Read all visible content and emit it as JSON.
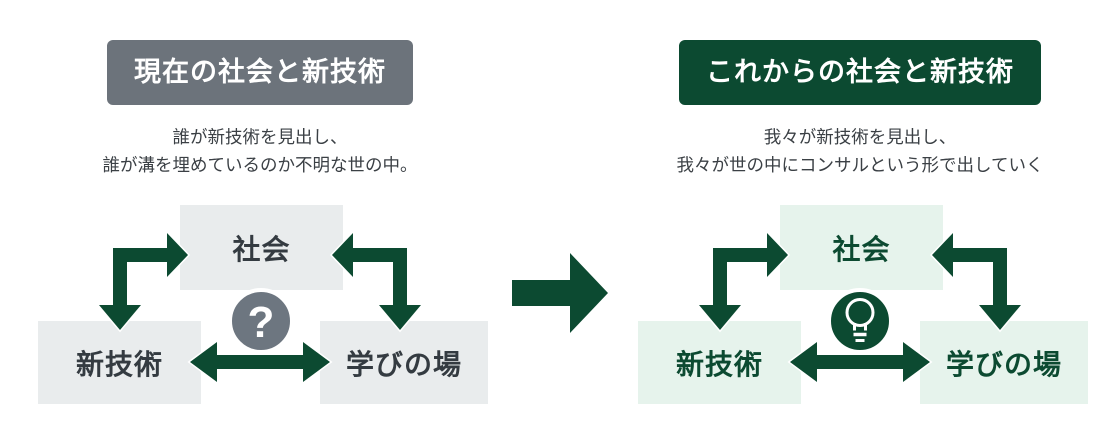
{
  "colors": {
    "green": "#0c4a31",
    "gray_header": "#6c737b",
    "gray_box": "#e9eced",
    "green_box": "#e6f3ec",
    "gray_circle": "#6d7680",
    "text_dark": "#343b41",
    "desc_text": "#3b4045"
  },
  "left": {
    "title": "現在の社会と新技術",
    "desc_line1": "誰が新技術を見出し、",
    "desc_line2": "誰が溝を埋めているのか不明な世の中。",
    "nodes": {
      "top": "社会",
      "bottom_left": "新技術",
      "bottom_right": "学びの場"
    },
    "center_symbol": "?"
  },
  "right": {
    "title": "これからの社会と新技術",
    "desc_line1": "我々が新技術を見出し、",
    "desc_line2": "我々が世の中にコンサルという形で出していく",
    "nodes": {
      "top": "社会",
      "bottom_left": "新技術",
      "bottom_right": "学びの場"
    },
    "center_icon": "lightbulb"
  }
}
